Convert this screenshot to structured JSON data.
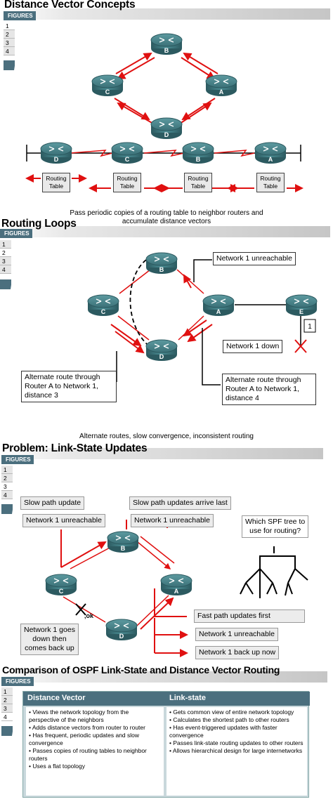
{
  "figures_label": "FIGURES",
  "panels": [
    {
      "title": "Distance Vector Concepts",
      "figures": [
        "1",
        "2",
        "3",
        "4"
      ],
      "current_figure": "1",
      "routers_top": [
        "B",
        "C",
        "A",
        "D"
      ],
      "routers_bottom": [
        "D",
        "C",
        "B",
        "A"
      ],
      "routing_table_label": [
        "Routing",
        "Table"
      ],
      "caption": [
        "Pass periodic copies of a routing table to neighbor routers and",
        "accumulate distance vectors"
      ]
    },
    {
      "title": "Routing Loops",
      "figures": [
        "1",
        "2",
        "3",
        "4"
      ],
      "current_figure": "2",
      "routers": [
        "B",
        "C",
        "A",
        "D",
        "E"
      ],
      "network_marker": "1",
      "callouts": {
        "net1_unreachable": "Network 1 unreachable",
        "net1_down": "Network 1 down",
        "alt_route_left": [
          "Alternate route through",
          "Router A to Network 1,",
          "distance 3"
        ],
        "alt_route_right": [
          "Alternate route through",
          "Router A to Network 1,",
          "distance 4"
        ]
      },
      "caption": "Alternate routes, slow convergence, inconsistent routing"
    },
    {
      "title": "Problem: Link-State Updates",
      "figures": [
        "1",
        "2",
        "3",
        "4"
      ],
      "current_figure": "3",
      "routers": [
        "B",
        "C",
        "A",
        "D"
      ],
      "ok_label": ",ok",
      "callouts": {
        "slow_path_update": "Slow path update",
        "net1_unreachable_left": "Network 1 unreachable",
        "slow_path_arrive_last": "Slow path updates arrive last",
        "net1_unreachable_mid": "Network 1 unreachable",
        "spf_question": [
          "Which SPF tree to",
          "use for routing?"
        ],
        "net1_goes_down": [
          "Network 1 goes",
          "down then",
          "comes back up"
        ],
        "fast_path_first": "Fast path updates first",
        "net1_unreachable_right": "Network 1 unreachable",
        "net1_back_up": "Network 1 back up now"
      }
    },
    {
      "title": "Comparison of OSPF Link-State and Distance Vector Routing",
      "figures": [
        "1",
        "2",
        "3",
        "4"
      ],
      "current_figure": "4",
      "columns": [
        "Distance Vector",
        "Link-state"
      ],
      "distance_vector": [
        "Views the network topology from the perspective of the neighbors",
        "Adds distance vectors from router to router",
        "Has frequent, periodic updates and slow convergence",
        "Passes copies of routing tables to neighbor routers",
        "Uses a flat topology"
      ],
      "link_state": [
        "Gets common view of entire network topology",
        "Calculates the shortest path to other routers",
        "Has event-triggered updates with faster convergence",
        "Passes link-state routing updates to other routers",
        "Allows hierarchical design for large internetworks"
      ]
    }
  ],
  "colors": {
    "accent": "#4b6f7e",
    "router": "#3f7a80",
    "arrow": "#e01010",
    "cross": "#e01010"
  }
}
